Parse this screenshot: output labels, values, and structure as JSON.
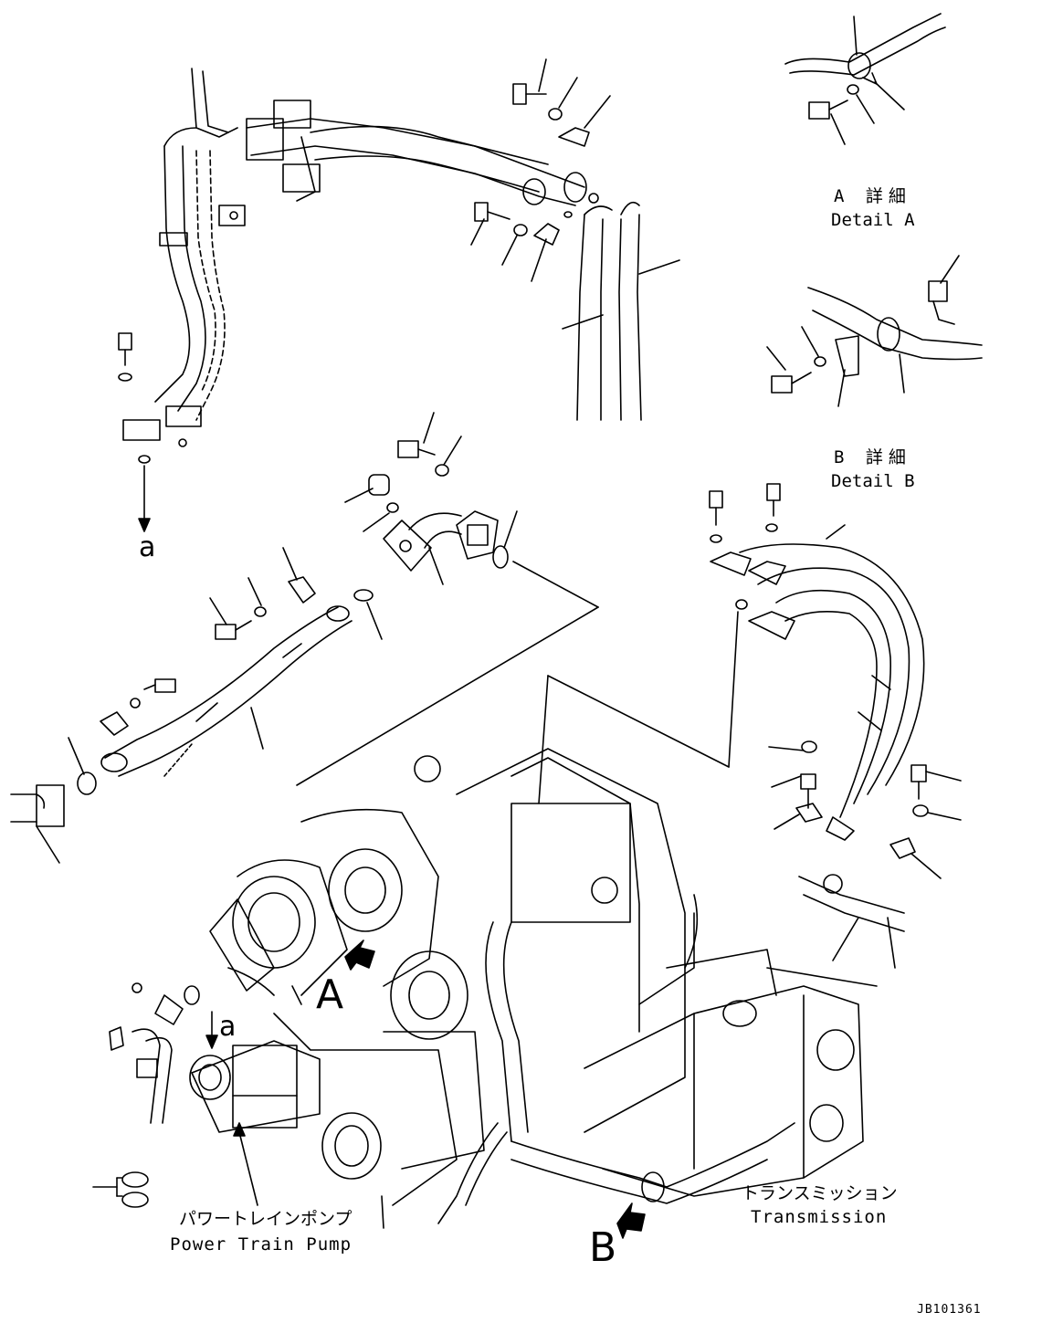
{
  "detail_a": {
    "title_jp": "A 詳細",
    "title_en": "Detail A"
  },
  "detail_b": {
    "title_jp": "B 詳細",
    "title_en": "Detail B"
  },
  "callouts": {
    "a_upper": "a",
    "a_lower": "a",
    "big_a": "A",
    "big_b": "B"
  },
  "components": {
    "pump_jp": "パワートレインポンプ",
    "pump_en": "Power Train Pump",
    "transmission_jp": "トランスミッション",
    "transmission_en": "Transmission"
  },
  "drawing_number": "JB101361",
  "icons": {
    "arrow_a": "callout-arrow-icon",
    "arrow_b": "callout-arrow-icon"
  }
}
